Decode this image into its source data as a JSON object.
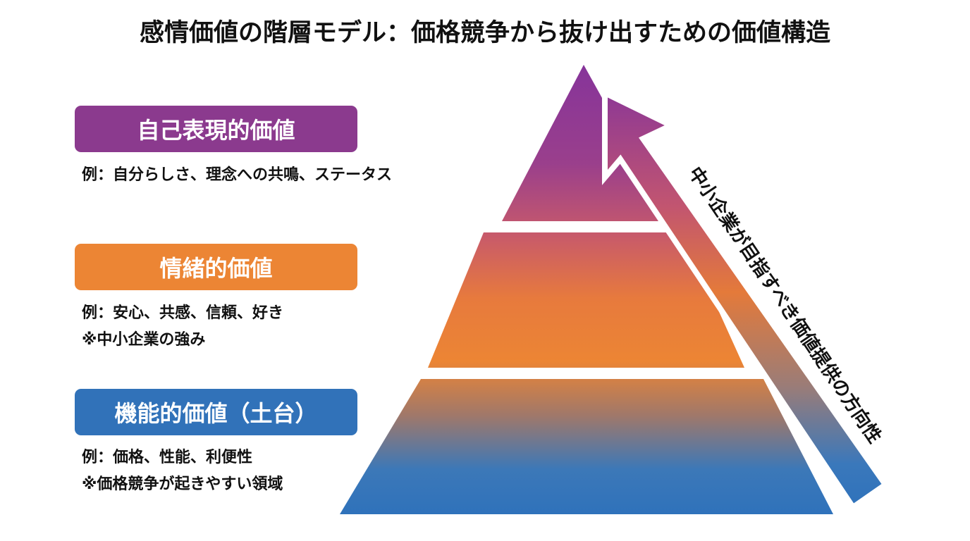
{
  "title": "感情価値の階層モデル：価格競争から抜け出すための価値構造",
  "tiers": [
    {
      "label": "自己表現的価値",
      "color": "#8b3a8e",
      "examples": [
        "例：自分らしさ、理念への共鳴、ステータス"
      ]
    },
    {
      "label": "情緒的価値",
      "color": "#ec8534",
      "examples": [
        "例：安心、共感、信頼、好き",
        "※中小企業の強み"
      ]
    },
    {
      "label": "機能的価値（土台）",
      "color": "#3172b9",
      "examples": [
        "例：価格、性能、利便性",
        "※価格競争が起きやすい領域"
      ]
    }
  ],
  "arrow_label": "中小企業が目指すべき価値提供の方向性"
}
